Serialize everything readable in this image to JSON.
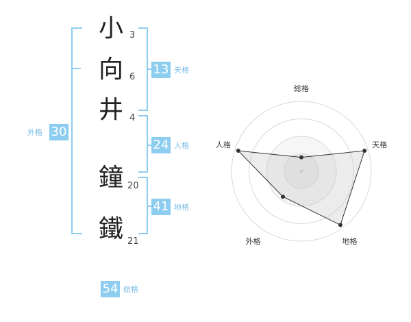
{
  "characters": [
    {
      "char": "小",
      "strokes": "3"
    },
    {
      "char": "向",
      "strokes": "6"
    },
    {
      "char": "井",
      "strokes": "4"
    },
    {
      "char": "鐘",
      "strokes": "20"
    },
    {
      "char": "鐵",
      "strokes": "21"
    }
  ],
  "scores": {
    "tenkaku": {
      "value": "13",
      "label": "天格"
    },
    "jinkaku": {
      "value": "24",
      "label": "人格"
    },
    "chikaku": {
      "value": "41",
      "label": "地格"
    },
    "gaikaku": {
      "value": "30",
      "label": "外格"
    },
    "soukaku": {
      "value": "54",
      "label": "総格"
    }
  },
  "colors": {
    "accent": "#8ccdf0",
    "label_text": "#78bde6"
  },
  "chart_data": {
    "type": "radar",
    "axes": [
      "総格",
      "天格",
      "地格",
      "外格",
      "人格"
    ],
    "values": [
      0.2,
      0.95,
      0.95,
      0.45,
      0.95
    ],
    "rings": 4,
    "grid": true
  }
}
